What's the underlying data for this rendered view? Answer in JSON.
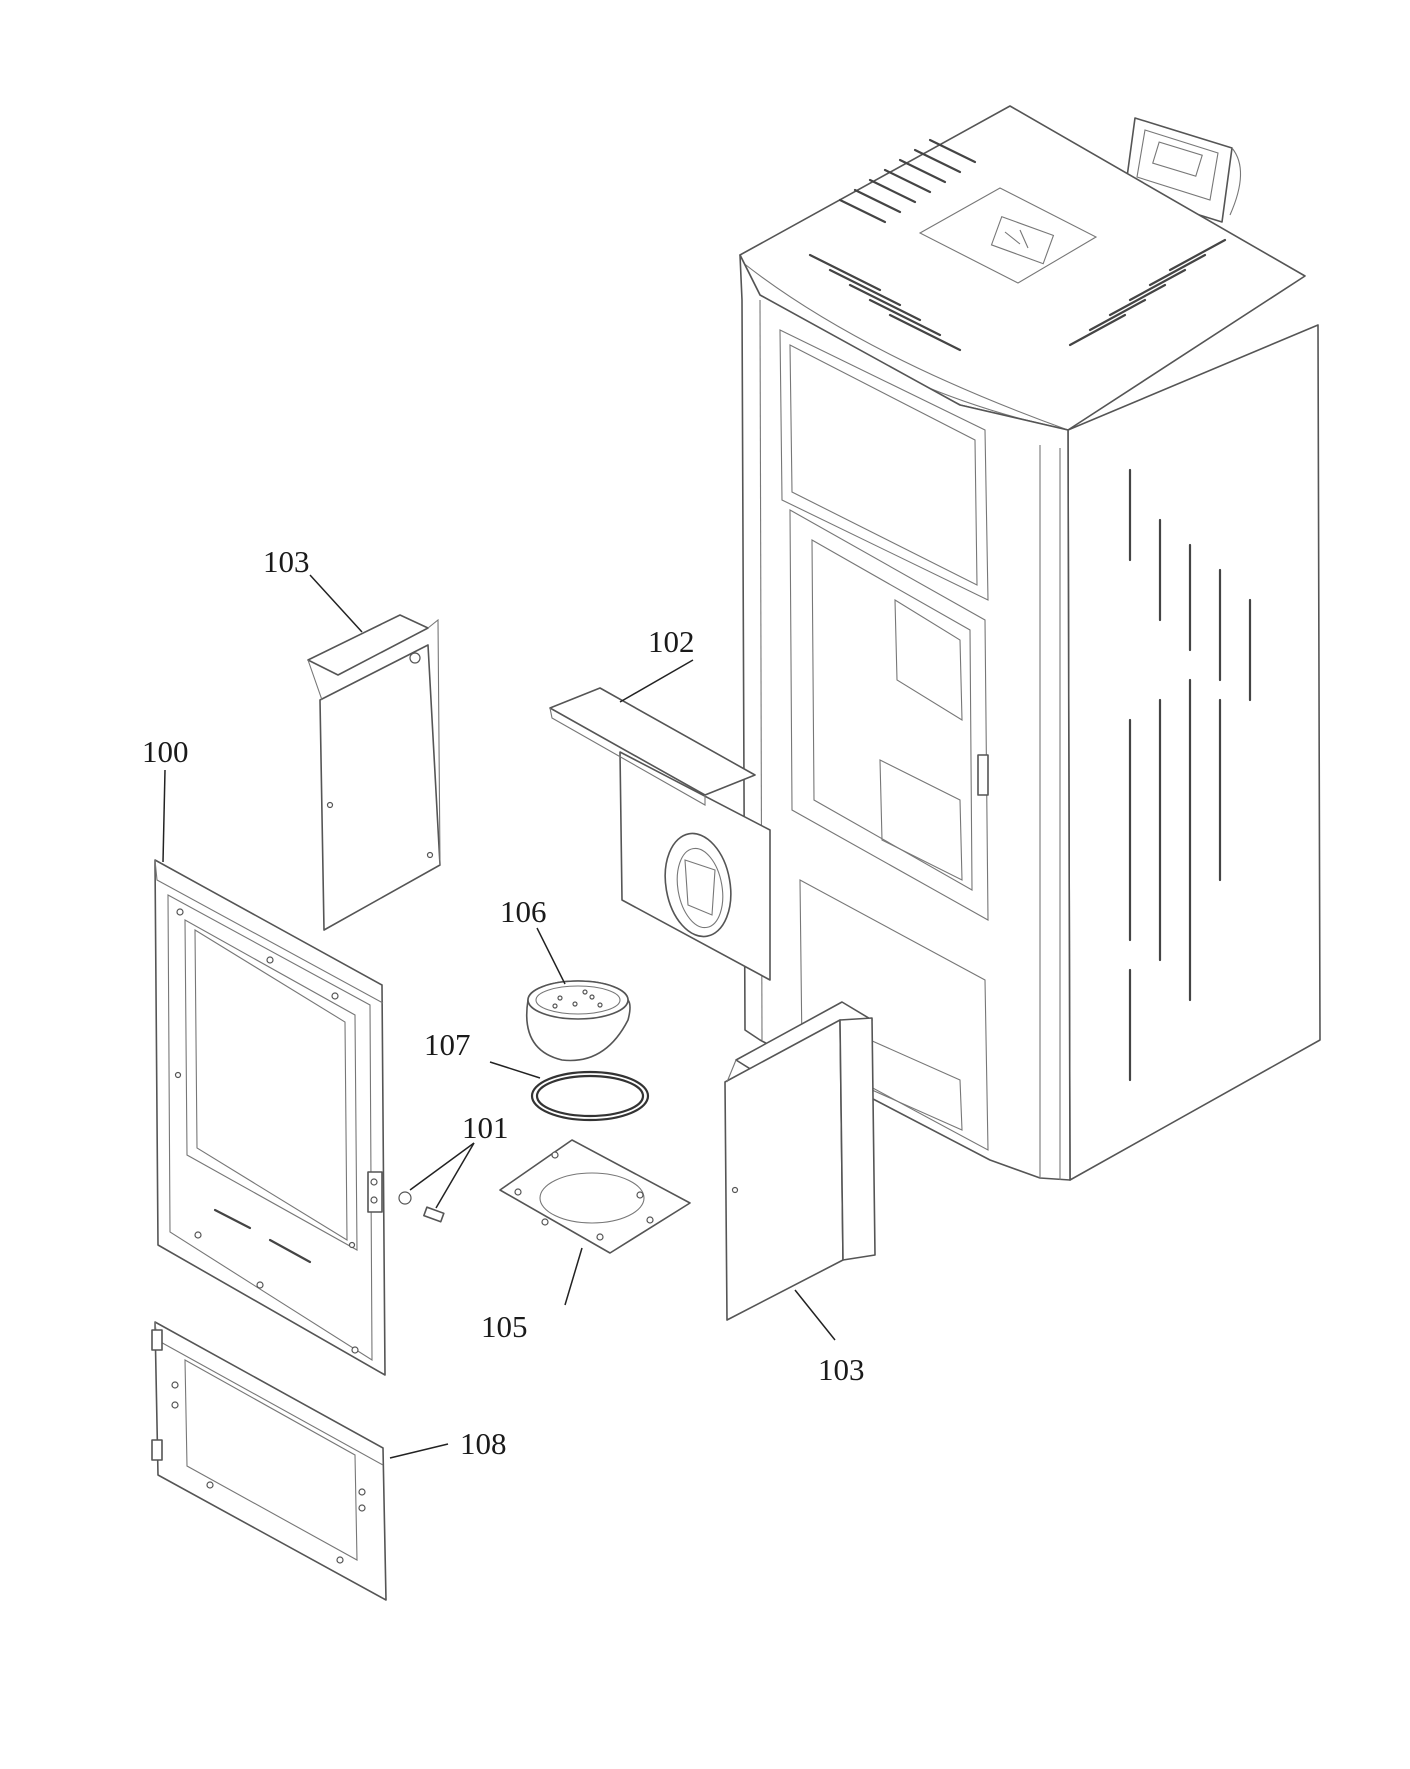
{
  "callouts": [
    {
      "id": "top-cover-panel",
      "text": "103"
    },
    {
      "id": "top-plate",
      "text": "102"
    },
    {
      "id": "door-frame",
      "text": "100"
    },
    {
      "id": "flue-collar",
      "text": "106"
    },
    {
      "id": "gasket-ring",
      "text": "107"
    },
    {
      "id": "screws",
      "text": "101"
    },
    {
      "id": "flue-plate",
      "text": "105"
    },
    {
      "id": "side-cover-panel",
      "text": "103"
    },
    {
      "id": "lower-frame",
      "text": "108"
    }
  ]
}
